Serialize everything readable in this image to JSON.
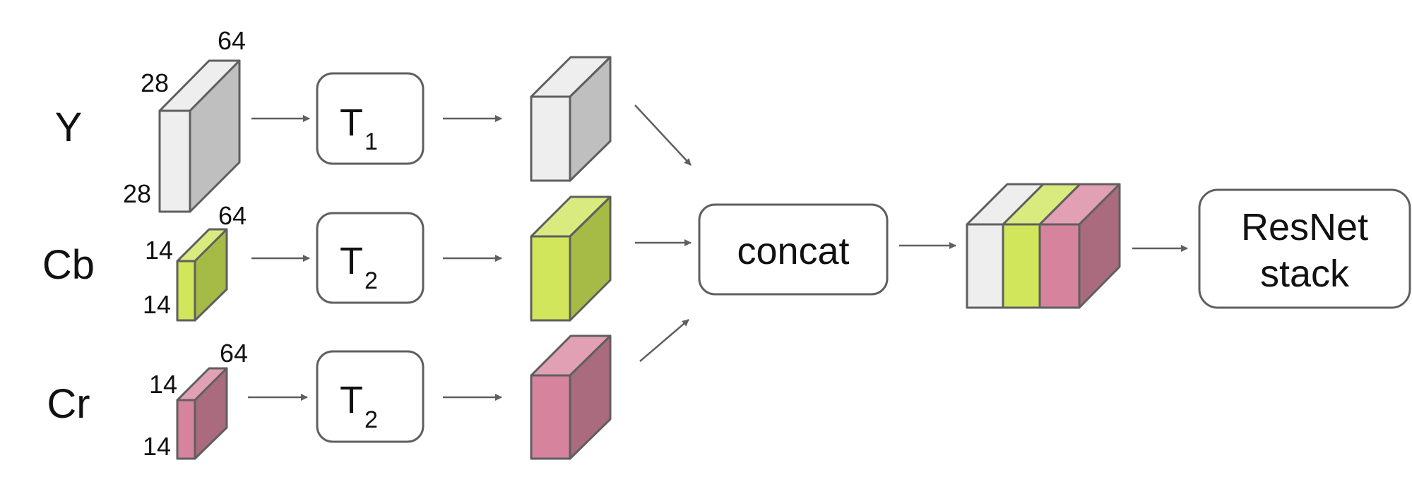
{
  "channels": [
    {
      "label": "Y",
      "dims": {
        "depth": "64",
        "height": "28",
        "width": "28"
      },
      "transform": {
        "base": "T",
        "sub": "1"
      }
    },
    {
      "label": "Cb",
      "dims": {
        "depth": "64",
        "height": "14",
        "width": "14"
      },
      "transform": {
        "base": "T",
        "sub": "2"
      }
    },
    {
      "label": "Cr",
      "dims": {
        "depth": "64",
        "height": "14",
        "width": "14"
      },
      "transform": {
        "base": "T",
        "sub": "2"
      }
    }
  ],
  "concat_label": "concat",
  "resnet": {
    "line1": "ResNet",
    "line2": "stack"
  },
  "colors": {
    "y": {
      "front": "#eeeeee",
      "top": "#eeeeee",
      "side": "#bfbfbf"
    },
    "cb": {
      "front": "#d1e65a",
      "top": "#d9ea7e",
      "side": "#a6bb45"
    },
    "cr": {
      "front": "#d6839e",
      "top": "#e2a0b5",
      "side": "#aa6b7e"
    },
    "stroke": "#5f5f5f"
  }
}
